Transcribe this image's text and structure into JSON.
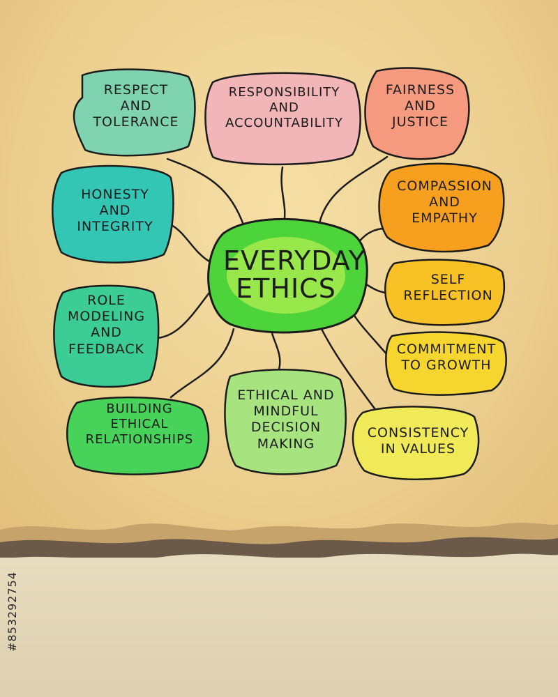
{
  "center": {
    "text": "EVERYDAY\nETHICS",
    "color": "#4cd43a"
  },
  "nodes": [
    {
      "id": "respect",
      "text": "RESPECT\nAND\nTOLERANCE",
      "color": "#7fd3b0"
    },
    {
      "id": "responsibility",
      "text": "RESPONSIBILITY\nAND\nACCOUNTABILITY",
      "color": "#f2b6b8"
    },
    {
      "id": "fairness",
      "text": "FAIRNESS\nAND\nJUSTICE",
      "color": "#f59a7e"
    },
    {
      "id": "compassion",
      "text": "COMPASSION\nAND\nEMPATHY",
      "color": "#f7a020"
    },
    {
      "id": "self-reflection",
      "text": "SELF\nREFLECTION",
      "color": "#f8c226"
    },
    {
      "id": "commitment",
      "text": "COMMITMENT\nTO GROWTH",
      "color": "#f6d52e"
    },
    {
      "id": "consistency",
      "text": "CONSISTENCY\nIN VALUES",
      "color": "#f1ea58"
    },
    {
      "id": "ethical-decision",
      "text": "ETHICAL AND\nMINDFUL\nDECISION\nMAKING",
      "color": "#a7e37f"
    },
    {
      "id": "building-relationships",
      "text": "BUILDING\nETHICAL\nRELATIONSHIPS",
      "color": "#47d35a"
    },
    {
      "id": "role-modeling",
      "text": "ROLE\nMODELING\nAND\nFEEDBACK",
      "color": "#3ccc96"
    },
    {
      "id": "honesty",
      "text": "HONESTY\nAND\nINTEGRITY",
      "color": "#34c6b4"
    }
  ],
  "watermark": "#853292754"
}
